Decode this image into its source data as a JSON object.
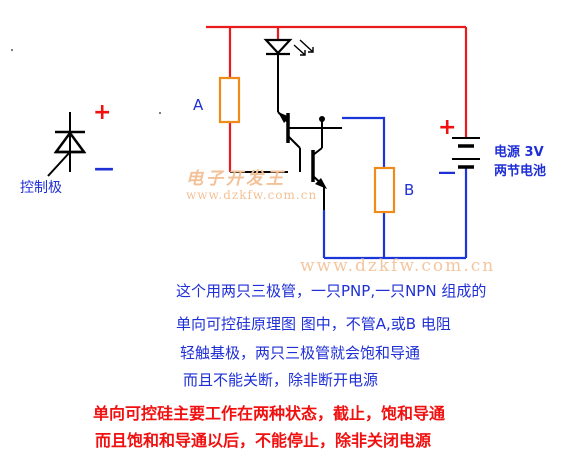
{
  "symbol": {
    "label": "控制极",
    "plus": "+",
    "minus": "—"
  },
  "resistor_a_label": "A",
  "resistor_b_label": "B",
  "battery": {
    "plus": "+",
    "minus": "—",
    "line1": "电源 3V",
    "line2": "两节电池"
  },
  "watermarks": {
    "logo_cn": "电子开发王",
    "logo_url": "www.dzkfw.com.cn",
    "big_url": "www.dzkfw.com.cn"
  },
  "description": [
    "这个用两只三极管，一只PNP,一只NPN 组成的",
    "单向可控硅原理图   图中，不管A,或B 电阻",
    "轻触基极，两只三极管就会饱和导通",
    "而且不能关断，除非断开电源"
  ],
  "conclusion": [
    "单向可控硅主要工作在两种状态，截止，饱和导通",
    "而且饱和和导通以后，不能停止，除非关闭电源"
  ],
  "colors": {
    "red_wire": "#e81c1c",
    "blue_wire": "#1a35d8",
    "component_orange": "#f08a18",
    "text_blue": "#1f2fd6",
    "text_red": "#f01010",
    "watermark_orange": "#f3c197"
  }
}
